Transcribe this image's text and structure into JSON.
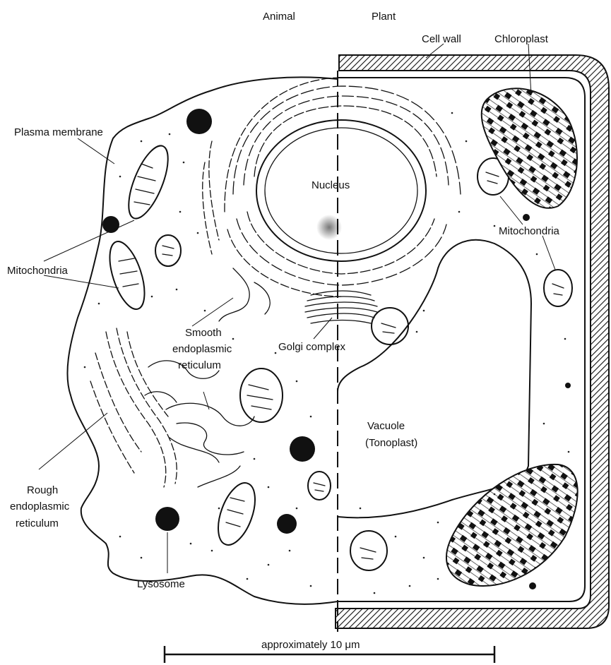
{
  "headings": {
    "left": "Animal",
    "right": "Plant"
  },
  "labels": {
    "cell_wall": "Cell wall",
    "chloroplast": "Chloroplast",
    "plasma_membrane": "Plasma membrane",
    "nucleus": "Nucleus",
    "mitochondria_left": "Mitochondria",
    "mitochondria_right": "Mitochondria",
    "smooth_er": [
      "Smooth",
      "endoplasmic",
      "reticulum"
    ],
    "golgi": "Golgi complex",
    "vacuole": [
      "Vacuole",
      "(Tonoplast)"
    ],
    "rough_er": [
      "Rough",
      "endoplasmic",
      "reticulum"
    ],
    "lysosome": "Lysosome"
  },
  "scale_bar": {
    "label": "approximately 10 μm"
  },
  "colors": {
    "ink": "#111111",
    "background": "#ffffff"
  }
}
